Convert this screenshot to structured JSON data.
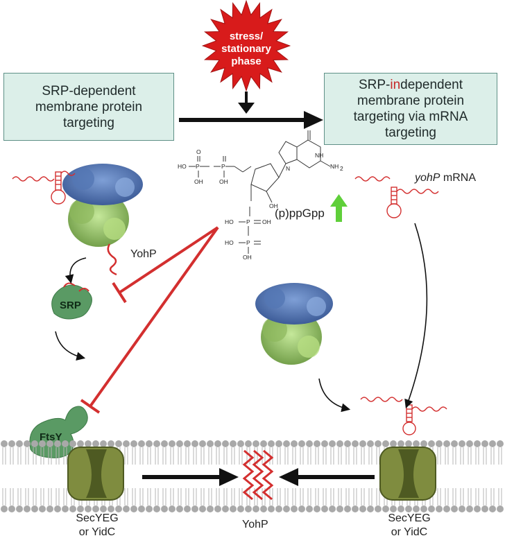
{
  "left_box": {
    "line1": "SRP-dependent",
    "line2": "membrane protein",
    "line3": "targeting"
  },
  "right_box": {
    "prefix": "SRP-",
    "highlight": "in",
    "rest": "dependent",
    "line2": "membrane protein",
    "line3": "targeting via mRNA",
    "line4": "targeting"
  },
  "stress": {
    "line1": "stress/",
    "line2": "stationary",
    "line3": "phase"
  },
  "ppgpp_label": "(p)ppGpp",
  "mrna_label": {
    "gene": "yohP",
    "word": "mRNA"
  },
  "yohp_left": "YohP",
  "srp": "SRP",
  "ftsy": "FtsY",
  "sec_left": {
    "line1": "SecYEG",
    "line2": "or YidC"
  },
  "sec_right": {
    "line1": "SecYEG",
    "line2": "or YidC"
  },
  "yohp_bottom": "YohP",
  "molecule": {
    "ho1": "HO",
    "ho2": "HO",
    "ho3": "HO",
    "oh1": "OH",
    "oh2": "OH",
    "oh3": "OH",
    "oh4": "OH",
    "oh5": "OH",
    "p1": "P",
    "p2": "P",
    "p3": "P",
    "p4": "P",
    "o_atom": "O",
    "n_atom": "N",
    "nh2": "NH",
    "nh2_sub": "2",
    "nh": "NH"
  },
  "colors": {
    "box_fill": "#dcefe9",
    "box_border": "#5e8f86",
    "stress_red": "#d81b1b",
    "inhibit_red": "#d32f2f",
    "arrow_green": "#5fcf3a",
    "membrane_head": "#a9a9a9",
    "channel": "#7f8c3f",
    "channel_dark": "#4e5a22"
  }
}
